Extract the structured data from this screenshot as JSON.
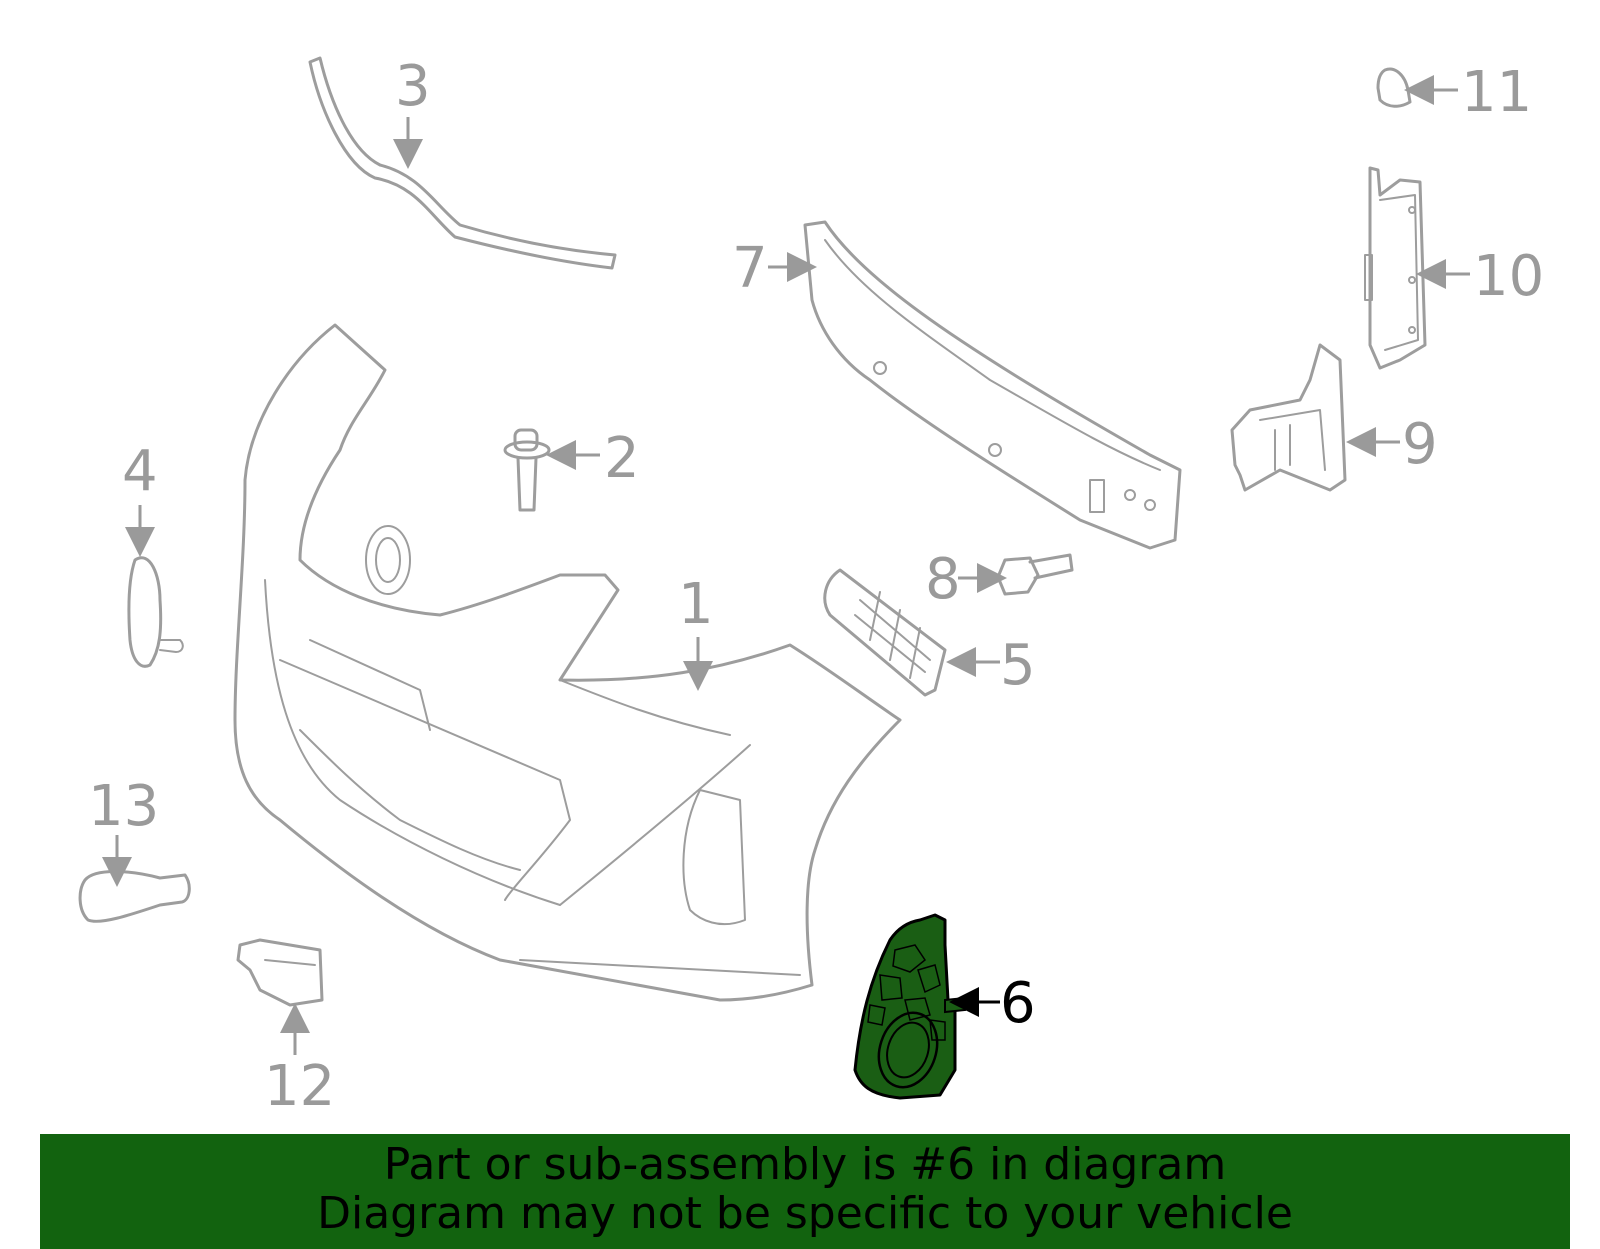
{
  "callouts": {
    "c1": "1",
    "c2": "2",
    "c3": "3",
    "c4": "4",
    "c5": "5",
    "c6": "6",
    "c7": "7",
    "c8": "8",
    "c9": "9",
    "c10": "10",
    "c11": "11",
    "c12": "12",
    "c13": "13"
  },
  "highlighted_part": "6",
  "colors": {
    "line_art": "#9d9d9d",
    "highlight_fill": "#1a5e14",
    "banner_background": "#12630f",
    "banner_text": "#000000"
  },
  "banner": {
    "line1": "Part or sub-assembly is #6 in diagram",
    "line2": "Diagram may not be specific to your vehicle"
  }
}
